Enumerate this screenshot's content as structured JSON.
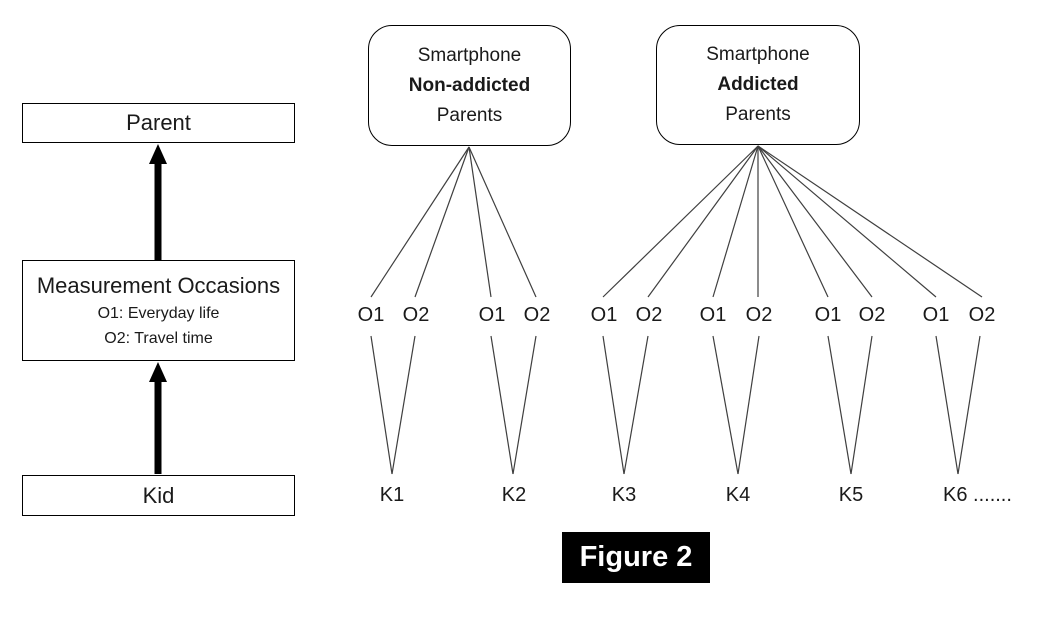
{
  "figure": {
    "caption": "Figure 2"
  },
  "left_panel": {
    "parent_label": "Parent",
    "measurement_title": "Measurement Occasions",
    "measurement_sub1": "O1: Everyday life",
    "measurement_sub2": "O2: Travel time",
    "kid_label": "Kid"
  },
  "groups": [
    {
      "line1": "Smartphone",
      "line2": "Non-addicted",
      "line3": "Parents"
    },
    {
      "line1": "Smartphone",
      "line2": "Addicted",
      "line3": "Parents"
    }
  ],
  "occasion_labels": [
    "O1",
    "O2",
    "O1",
    "O2",
    "O1",
    "O2",
    "O1",
    "O2",
    "O1",
    "O2",
    "O1",
    "O2"
  ],
  "kid_labels": [
    "K1",
    "K2",
    "K3",
    "K4",
    "K5",
    "K6 ......."
  ],
  "colors": {
    "connector_line": "#3f3f3f",
    "arrow": "#000000",
    "box_border": "#000000",
    "text": "#1a1a1a",
    "caption_bg": "#000000",
    "caption_fg": "#ffffff",
    "background": "#ffffff"
  }
}
